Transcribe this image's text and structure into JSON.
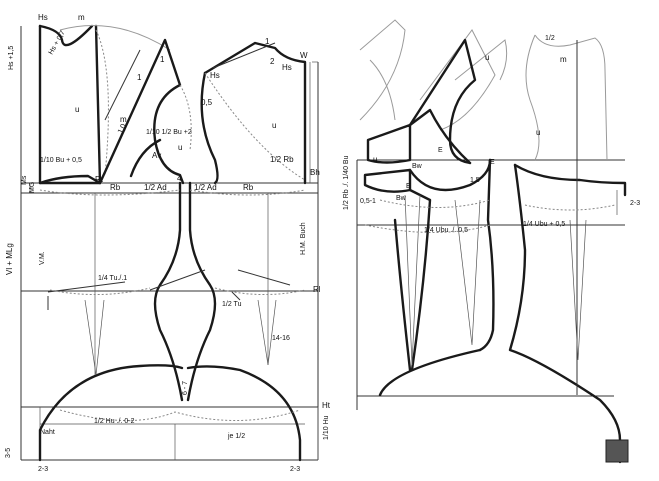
{
  "left_pattern": {
    "labels": {
      "hs": "Hs",
      "m_top": "m",
      "hs_plus": "Hs +1,5",
      "hs_plus_07": "Hs + 0,7",
      "u_back": "u",
      "hs_front": "Hs",
      "w_front": "W",
      "one_top": "1",
      "two_top": "2",
      "one_mid": "1",
      "u_mid": "u",
      "m_mid": "m",
      "j0": "J,0",
      "u_front": "u",
      "zero5": "0,5",
      "bu_front": "1/10 1/2 Bu +2",
      "av": "Av",
      "bu_back": "1/10 Bu + 0,5",
      "ms": "Ms",
      "mg": "MG",
      "rt": "Rt",
      "rb_left": "Rb",
      "ad_left": "1/2 Ad",
      "four": "4",
      "ad_right": "1/2 Ad",
      "rb_right": "Rb",
      "rb_half": "1/2 Rb",
      "bh": "Bh",
      "vl_mlg": "Vl + MLg",
      "vm": "V.M.",
      "hm_buch": "H.M. Buch",
      "rl": "Rl",
      "tu_left": "1/4 Tu./.1",
      "tu_right": "1/2 Tu",
      "range_14_16": "14-16",
      "six_seven": "6 - 7",
      "hu_left": "1/2 Hu ./. 0-2",
      "ht": "Ht",
      "je_half": "je 1/2",
      "hu_10": "1/10 Hu",
      "naht": "Naht",
      "three_five": "3-5",
      "two_three_left": "2-3",
      "two_three_right": "2-3"
    }
  },
  "right_pattern": {
    "labels": {
      "half": "1/2",
      "m": "m",
      "u_top": "u",
      "u_left": "u",
      "u_right": "u",
      "bw": "Bw",
      "e_left": "E",
      "e_right": "E",
      "bw_low": "Bw",
      "e_low": "E",
      "zero5_1": "0,5-1",
      "one5": "1,5",
      "rb_bu": "1/2 Rb ./. 1/40 Bu",
      "ubu_left": "1/4 Ubu ./. 0,5",
      "ubu_right": "1/4 Ubu + 0,5",
      "two_three": "2-3"
    }
  }
}
